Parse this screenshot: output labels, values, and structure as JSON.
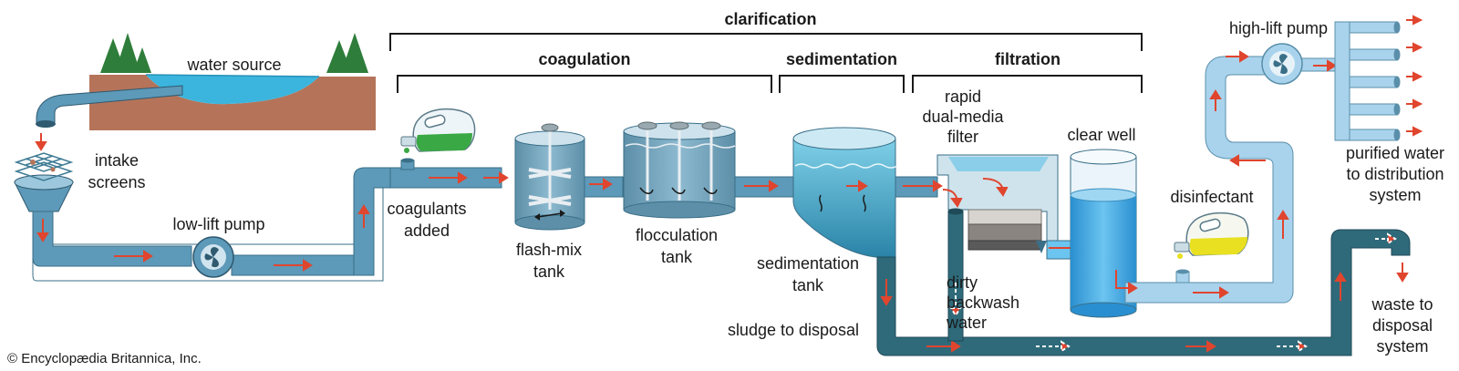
{
  "headers": {
    "clarification": "clarification",
    "coagulation": "coagulation",
    "sedimentation": "sedimentation",
    "filtration": "filtration"
  },
  "labels": {
    "water_source": "water source",
    "intake_screens_1": "intake",
    "intake_screens_2": "screens",
    "low_lift_pump": "low-lift pump",
    "coagulants_1": "coagulants",
    "coagulants_2": "added",
    "flash_mix_1": "flash-mix",
    "flash_mix_2": "tank",
    "flocculation_1": "flocculation",
    "flocculation_2": "tank",
    "sedimentation_1": "sedimentation",
    "sedimentation_2": "tank",
    "sludge": "sludge to disposal",
    "filter_1": "rapid",
    "filter_2": "dual-media",
    "filter_3": "filter",
    "clear_well": "clear well",
    "dirty_1": "dirty",
    "dirty_2": "backwash",
    "dirty_3": "water",
    "disinfectant": "disinfectant",
    "high_lift_pump": "high-lift pump",
    "purified_1": "purified water",
    "purified_2": "to distribution",
    "purified_3": "system",
    "waste_1": "waste to",
    "waste_2": "disposal",
    "waste_3": "system"
  },
  "credit": "© Encyclopædia Britannica, Inc.",
  "colors": {
    "pipe": "#5d99b8",
    "pipe_light": "#a9d3ec",
    "pipe_dark": "#2f6a7a",
    "water": "#2a9fd0",
    "soil": "#b5745a",
    "tree": "#2e7d3a",
    "arrow": "#e0452e",
    "coagulant": "#3aa845",
    "disinfectant": "#e8e020"
  },
  "icons": [
    "tree-icon",
    "pump-icon",
    "chemical-bottle-icon",
    "flow-arrow-icon"
  ]
}
